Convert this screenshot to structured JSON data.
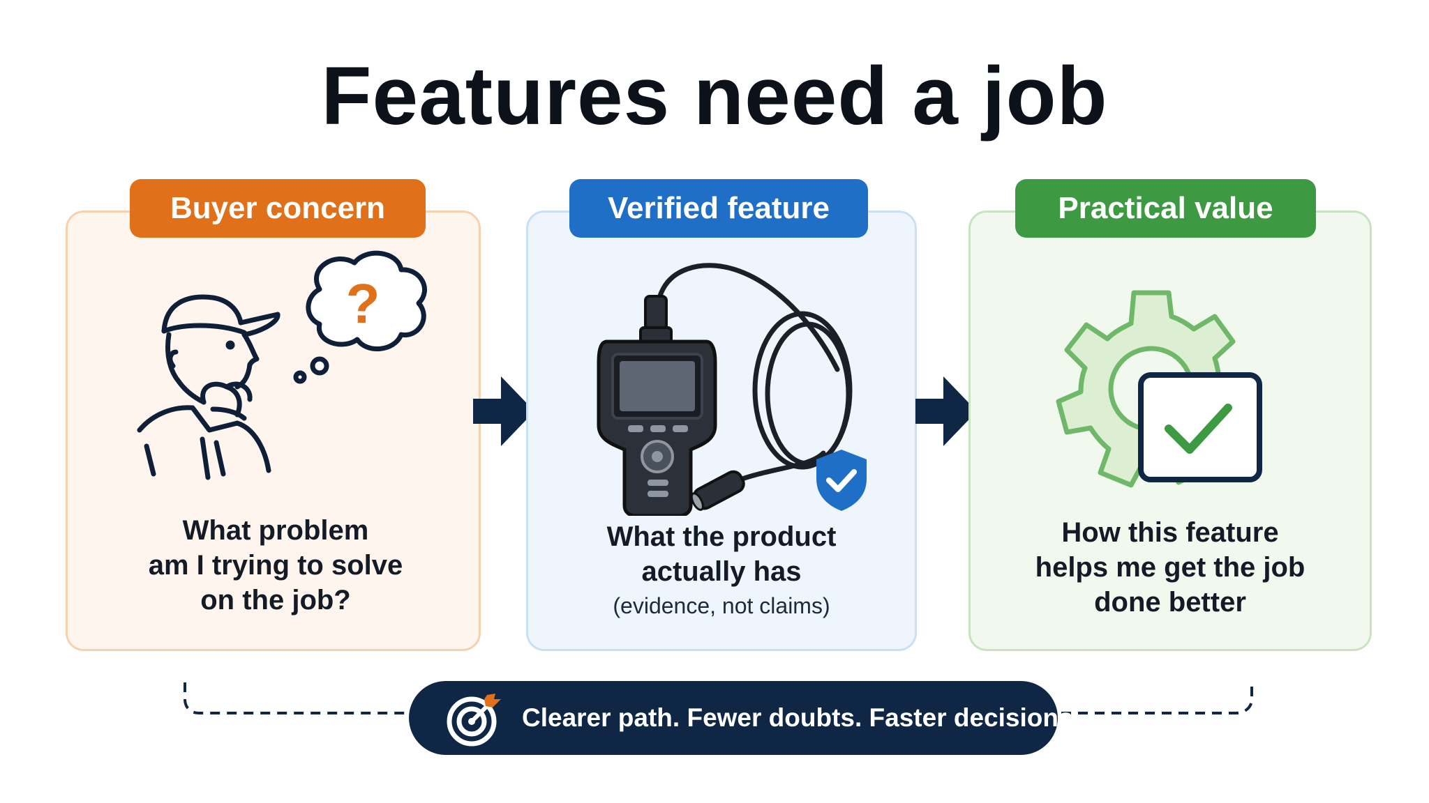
{
  "title": "Features need a job",
  "colors": {
    "concern_accent": "#e0701a",
    "feature_accent": "#1f6fc6",
    "value_accent": "#3d9a43",
    "banner_bg": "#0f2744",
    "arrow": "#0f2744"
  },
  "cards": [
    {
      "label": "Buyer concern",
      "icon": "thinking-worker-icon",
      "caption_lines": [
        "What problem",
        "am I trying to solve",
        "on the job?"
      ]
    },
    {
      "label": "Verified feature",
      "icon": "inspection-camera-icon",
      "badge_icon": "verified-shield-icon",
      "caption_lines": [
        "What the product",
        "actually has"
      ],
      "caption_sub": "(evidence, not claims)"
    },
    {
      "label": "Practical value",
      "icon": "gear-checkbox-icon",
      "caption_lines": [
        "How this feature",
        "helps me get the job",
        "done better"
      ]
    }
  ],
  "banner": {
    "icon": "target-arrow-icon",
    "text": "Clearer path. Fewer doubts. Faster decisions."
  }
}
